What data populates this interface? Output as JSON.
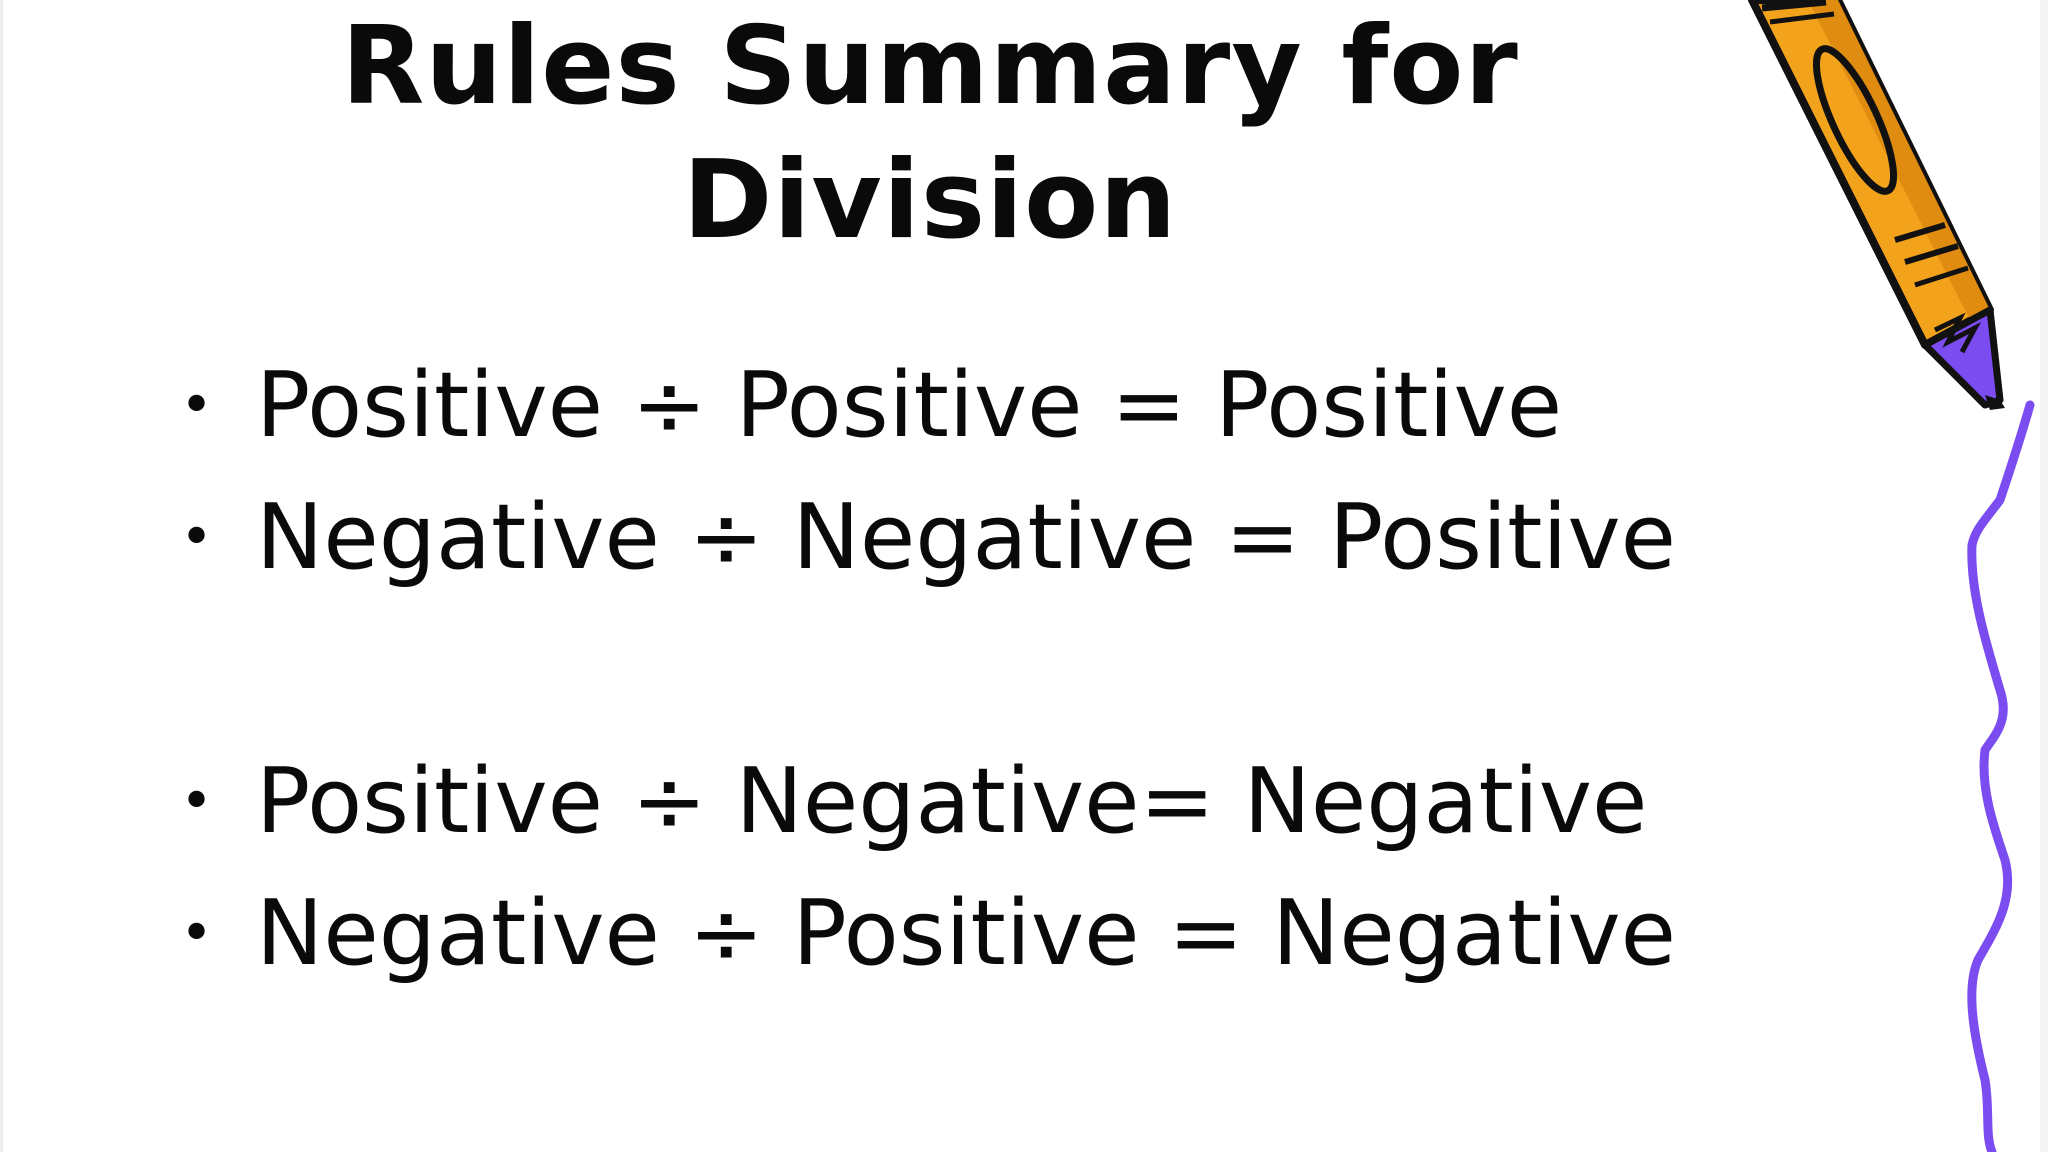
{
  "slide": {
    "title_lines": [
      "Rules Summary for",
      "Division"
    ],
    "bullets": [
      "Positive ÷ Positive = Positive",
      "Negative ÷ Negative = Positive",
      "Positive ÷ Negative= Negative",
      "Negative ÷ Positive = Negative"
    ]
  },
  "decoration": {
    "icon": "pencil-icon",
    "pencil_color": "#f2a31b",
    "lead_color": "#7b4cf0",
    "line_color": "#7b4cf0"
  }
}
